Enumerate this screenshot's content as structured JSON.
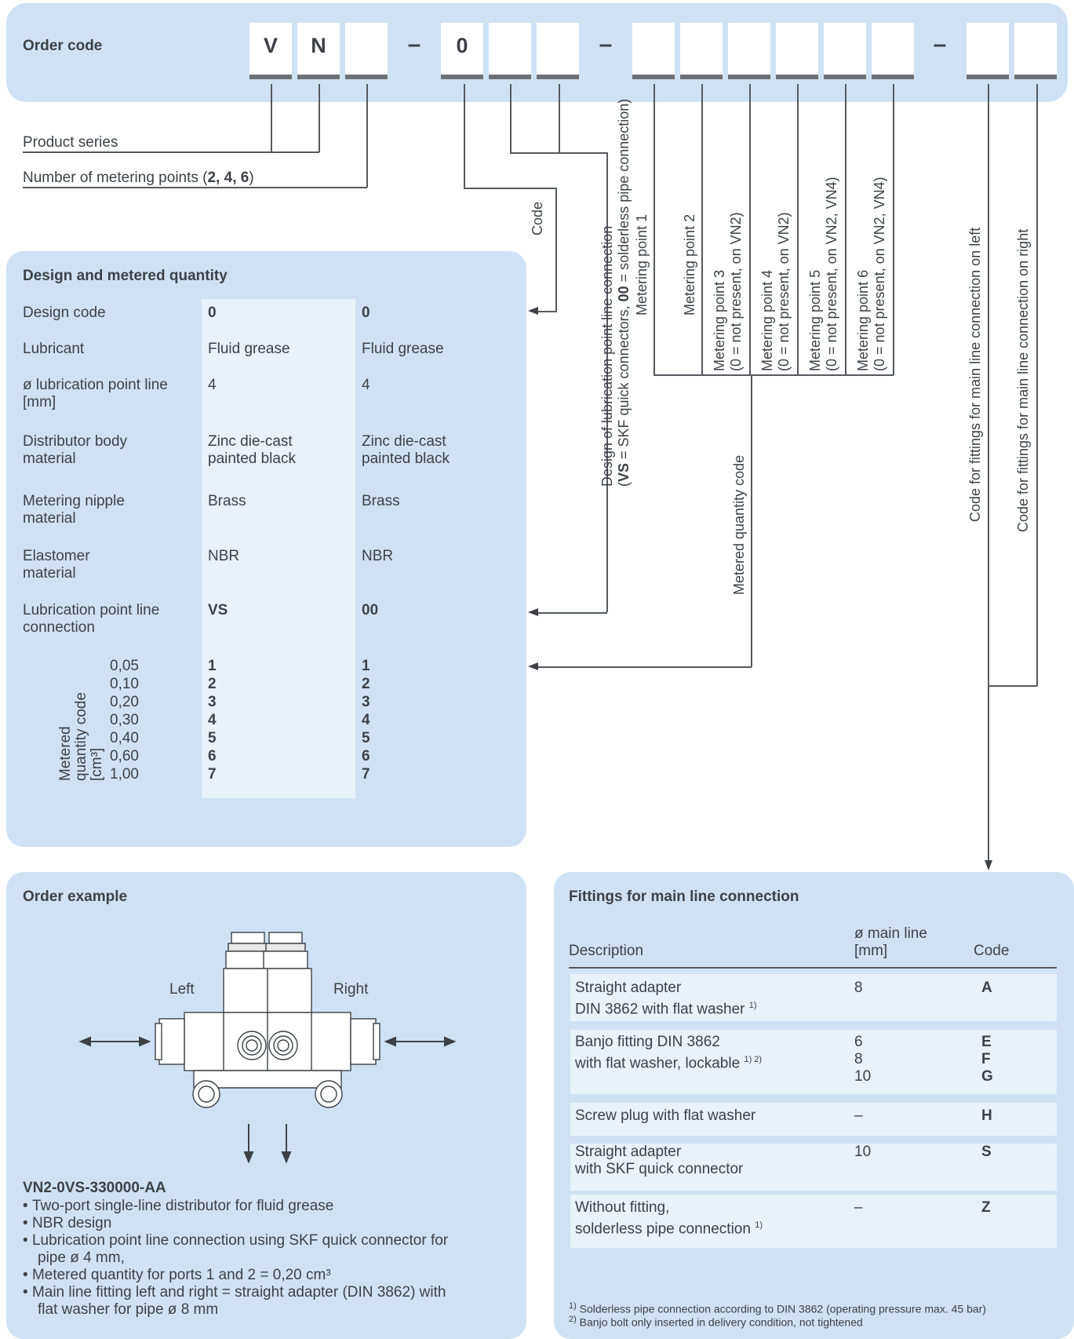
{
  "order_code": {
    "label": "Order code",
    "boxes": [
      "V",
      "N",
      "",
      "0",
      "",
      "",
      "",
      "",
      "",
      "",
      "",
      "",
      ""
    ],
    "dash": "–"
  },
  "callouts": {
    "product_series": "Product series",
    "metering_points_pre": "Number of metering points (",
    "metering_points_values": "2, 4, 6",
    "metering_points_post": ")",
    "code": "Code",
    "design_conn_line1": "Design of lubrication point line connection",
    "design_conn_line2_a": "(",
    "design_conn_line2_vs": "VS",
    "design_conn_line2_b": " = SKF quick connectors, ",
    "design_conn_line2_00": "00",
    "design_conn_line2_c": " = solderless pipe connection)",
    "metered_quantity_code": "Metered quantity code",
    "mp1": "Metering point 1",
    "mp2": "Metering point 2",
    "mp3_l1": "Metering point 3",
    "mp3_l2": "(0 = not present, on VN2)",
    "mp4_l1": "Metering point 4",
    "mp4_l2": "(0 = not present, on VN2)",
    "mp5_l1": "Metering point 5",
    "mp5_l2": "(0 = not present, on VN2, VN4)",
    "mp6_l1": "Metering point 6",
    "mp6_l2": "(0 = not present, on VN2, VN4)",
    "fit_left": "Code for fittings for main line connection on left",
    "fit_right": "Code for fittings for main line connection on right"
  },
  "design": {
    "title": "Design and metered quantity",
    "rows": [
      {
        "label": "Design code",
        "v1": "0",
        "v2": "0"
      },
      {
        "label": "Lubricant",
        "v1": "Fluid grease",
        "v2": "Fluid grease"
      },
      {
        "label": "ø lubrication point line [mm]",
        "v1": "4",
        "v2": "4"
      },
      {
        "label": "Distributor body material",
        "v1": "Zinc die-cast painted black",
        "v2": "Zinc die-cast painted black"
      },
      {
        "label": "Metering nipple material",
        "v1": "Brass",
        "v2": "Brass"
      },
      {
        "label": "Elastomer material",
        "v1": "NBR",
        "v2": "NBR"
      },
      {
        "label": "Lubrication point line connection",
        "v1": "VS",
        "v2": "00"
      }
    ],
    "mq_label_1": "Metered",
    "mq_label_2": "quantity code",
    "mq_label_3": "[cm³]",
    "quantities": [
      "0,05",
      "0,10",
      "0,20",
      "0,30",
      "0,40",
      "0,60",
      "1,00"
    ],
    "codes": [
      "1",
      "2",
      "3",
      "4",
      "5",
      "6",
      "7"
    ]
  },
  "order_example": {
    "title": "Order example",
    "left": "Left",
    "right": "Right",
    "code": "VN2-0VS-330000-AA",
    "bullets": [
      "Two-port single-line distributor for fluid grease",
      "NBR design",
      "Lubrication point line connection using SKF quick connector for pipe ø 4 mm,",
      "Metered quantity for ports 1 and 2 = 0,20 cm³",
      "Main line fitting left and right = straight adapter (DIN 3862) with flat washer for pipe ø 8 mm"
    ]
  },
  "fittings": {
    "title": "Fittings for main line connection",
    "col_desc": "Description",
    "col_dia_1": "ø main line",
    "col_dia_2": "[mm]",
    "col_code": "Code",
    "rows": [
      {
        "d1": "Straight adapter",
        "d2": "DIN 3862 with flat washer",
        "sup": "1)",
        "dia": "8",
        "code": "A"
      },
      {
        "d1": "Banjo fitting DIN 3862",
        "d2": "with flat washer, lockable",
        "sup": "1) 2)",
        "dia": "6\n8\n10",
        "code": "E\nF\nG"
      },
      {
        "d1": "Screw plug with flat washer",
        "d2": "",
        "sup": "",
        "dia": "–",
        "code": "H"
      },
      {
        "d1": "Straight adapter",
        "d2": "with SKF quick connector",
        "sup": "",
        "dia": "10",
        "code": "S"
      },
      {
        "d1": "Without fitting,",
        "d2": "solderless pipe connection",
        "sup": "1)",
        "dia": "–",
        "code": "Z"
      }
    ],
    "fn1_mark": "1)",
    "fn1": "Solderless pipe connection according to DIN 3862 (operating pressure max. 45 bar)",
    "fn2_mark": "2)",
    "fn2": "Banjo bolt only inserted in delivery condition, not tightened"
  }
}
